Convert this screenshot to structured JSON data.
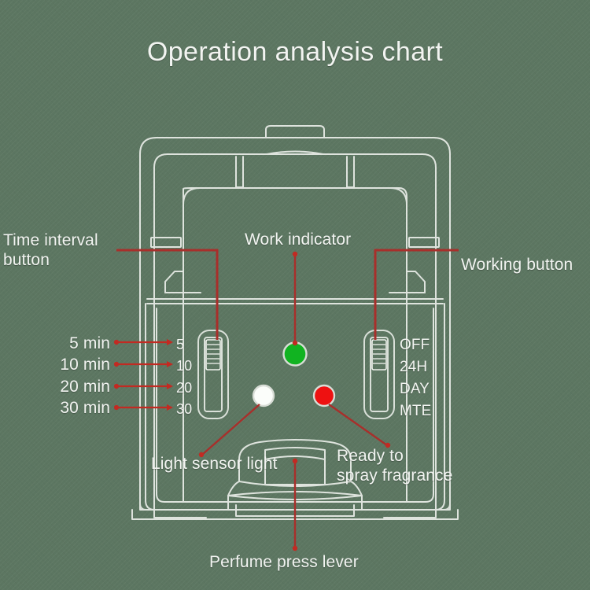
{
  "page": {
    "title": "Operation analysis chart",
    "background_color": "#5c7661",
    "line_color": "#e8ece7",
    "leader_color": "#a82f2b",
    "text_color": "#f2f4f1"
  },
  "callouts": {
    "time_interval_button": "Time interval\nbutton",
    "work_indicator": "Work indicator",
    "working_button": "Working button",
    "light_sensor_light": "Light sensor light",
    "ready_to_spray": "Ready to\nspray fragrance",
    "perfume_press_lever": "Perfume press lever"
  },
  "interval_scale": {
    "labels": [
      "5 min",
      "10 min",
      "20 min",
      "30 min"
    ],
    "marks": [
      "5",
      "10",
      "20",
      "30"
    ]
  },
  "mode_switch": {
    "labels": [
      "OFF",
      "24H",
      "DAY",
      "MTE"
    ]
  },
  "indicators": [
    {
      "name": "work-indicator-led",
      "color": "#11b321",
      "ring": "#d8ddd6"
    },
    {
      "name": "light-sensor-led",
      "color": "#fbfdfa",
      "ring": "#d8ddd6"
    },
    {
      "name": "spray-ready-led",
      "color": "#ee1111",
      "ring": "#d8ddd6"
    }
  ]
}
